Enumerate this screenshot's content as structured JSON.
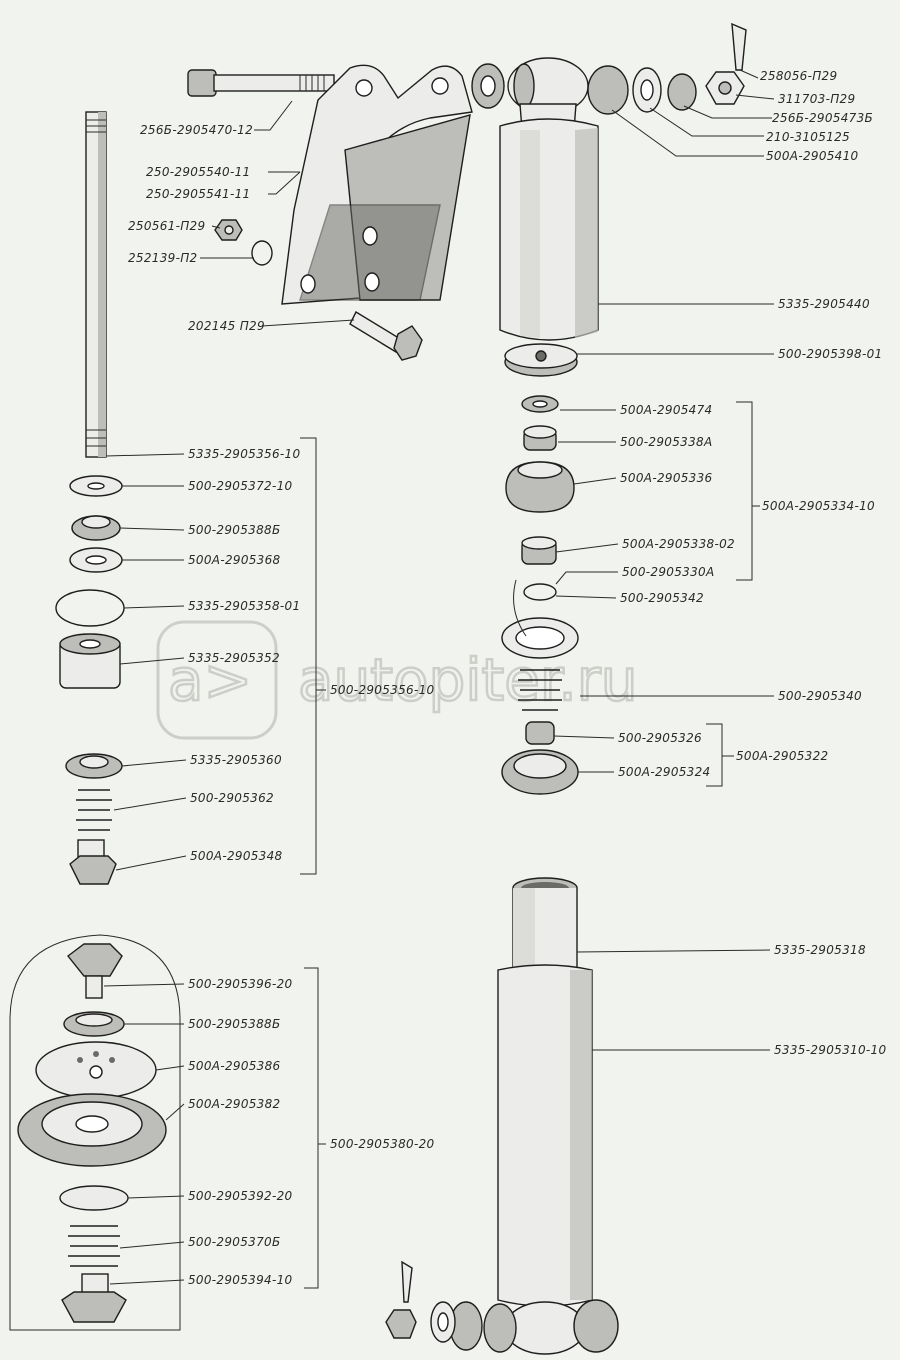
{
  "watermark": {
    "text": "autopiter.ru",
    "logo": "a>"
  },
  "labels": [
    "258056-П29",
    "311703-П29",
    "256Б-2905473Б",
    "210-3105125",
    "500А-2905410",
    "256Б-2905470-12",
    "250-2905540-11",
    "250-2905541-11",
    "250561-П29",
    "252139-П2",
    "202145 П29",
    "5335-2905440",
    "500-2905398-01",
    "500А-2905474",
    "500-2905338А",
    "500А-2905336",
    "500А-2905334-10",
    "500А-2905338-02",
    "500-2905330А",
    "500-2905342",
    "500-2905340",
    "500-2905326",
    "500А-2905322",
    "500А-2905324",
    "5335-2905356-10",
    "500-2905372-10",
    "500-2905388Б",
    "500А-2905368",
    "5335-2905358-01",
    "5335-2905352",
    "500-2905356-10",
    "5335-2905360",
    "500-2905362",
    "500А-2905348",
    "500-2905396-20",
    "500-2905388Б",
    "500А-2905386",
    "500А-2905382",
    "500-2905380-20",
    "500-2905392-20",
    "500-2905370Б",
    "500-2905394-10",
    "5335-2905318",
    "5335-2905310-10"
  ]
}
